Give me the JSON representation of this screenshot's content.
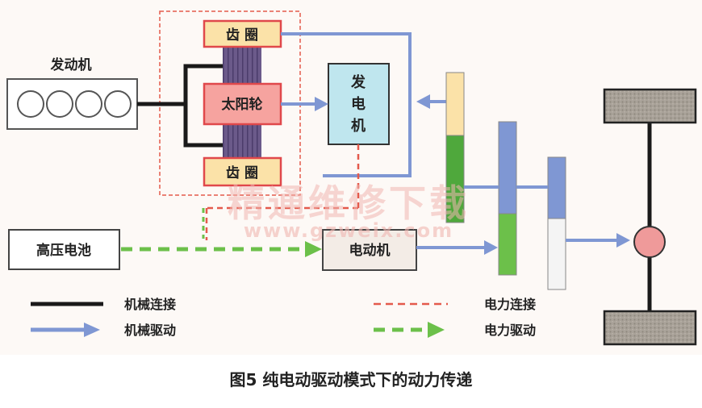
{
  "diagram": {
    "engine_label": "发动机",
    "ring_gear_top_label": "齿 圈",
    "sun_gear_label": "太阳轮",
    "ring_gear_bottom_label": "齿 圈",
    "generator_label": [
      "发",
      "电",
      "机"
    ],
    "battery_label": "高压电池",
    "motor_label": "电动机",
    "watermark_text": "精通维修下载",
    "watermark_url": "www.gzweix.com"
  },
  "legend": {
    "mechanical_connection": "机械连接",
    "mechanical_drive": "机械驱动",
    "electrical_connection": "电力连接",
    "electrical_drive": "电力驱动"
  },
  "caption": "图5 纯电动驱动模式下的动力传递",
  "colors": {
    "background": "#ffffff",
    "canvas": "#fdf9f6",
    "gear_fill": "#fbe2a8",
    "gear_border": "#e0484b",
    "sun_fill": "#f6a39f",
    "planet_stripe": "#5c4b7e",
    "generator_fill": "#bfe6ee",
    "mech_line": "#1a1a1a",
    "mech_drive": "#7f97d3",
    "elec_line": "#e45a4c",
    "elec_drive": "#6cc04a",
    "wheel_fill": "#a39d94",
    "axle_hub": "#ef9a9a"
  }
}
